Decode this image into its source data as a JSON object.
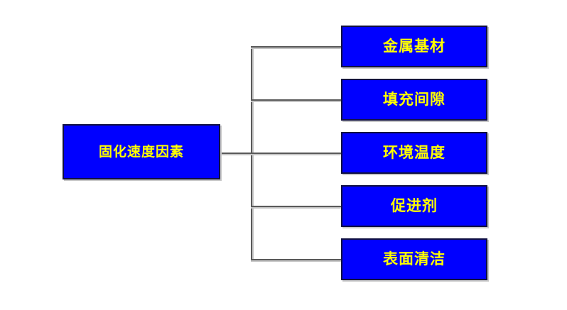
{
  "diagram": {
    "type": "tree-diagram",
    "orientation": "left-to-right",
    "colors": {
      "node_fill": "#0000FF",
      "node_text": "#FFFF00",
      "node_border": "#101040",
      "connector": "#5A5A5A",
      "background": "#FFFFFF"
    },
    "root": {
      "label": "固化速度因素"
    },
    "branches": [
      {
        "label": "金属基材"
      },
      {
        "label": "填充间隙"
      },
      {
        "label": "环境温度"
      },
      {
        "label": "促进剂"
      },
      {
        "label": "表面清洁"
      }
    ]
  }
}
